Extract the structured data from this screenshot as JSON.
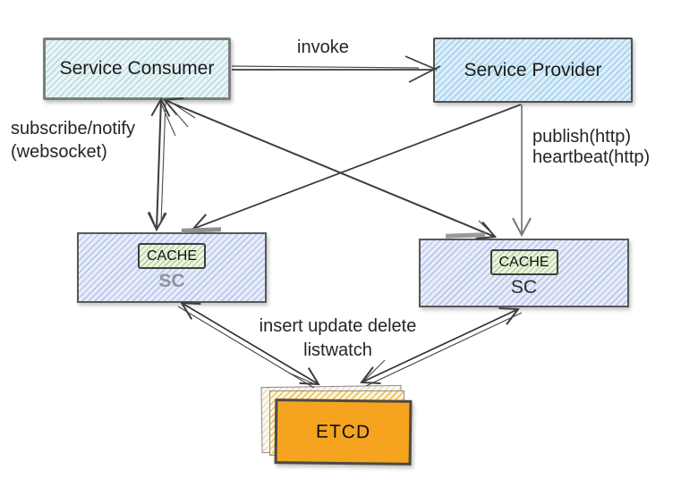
{
  "nodes": {
    "service_consumer": {
      "label": "Service Consumer"
    },
    "service_provider": {
      "label": "Service Provider"
    },
    "sc_left": {
      "label": "SC",
      "cache_label": "CACHE"
    },
    "sc_right": {
      "label": "SC",
      "cache_label": "CACHE"
    },
    "etcd": {
      "label": "ETCD"
    }
  },
  "edge_labels": {
    "invoke": "invoke",
    "subscribe_notify_line1": "subscribe/notify",
    "subscribe_notify_line2": "(websocket)",
    "publish_line1": "publish(http)",
    "publish_line2": "heartbeat(http)",
    "etcd_ops_line1": "insert update delete",
    "etcd_ops_line2": "listwatch"
  },
  "colors": {
    "consumer_fill": "#e9f5f6",
    "consumer_hatch": "#bcdde2",
    "provider_fill": "#ddeefa",
    "provider_hatch": "#a8d4ec",
    "sc_fill": "#e8edf9",
    "sc_hatch": "#b9c7ec",
    "cache_fill": "#edf5e8",
    "cache_hatch": "#b0d494",
    "etcd_fill": "#f6a41f",
    "arrow": "#3c3c3c"
  }
}
